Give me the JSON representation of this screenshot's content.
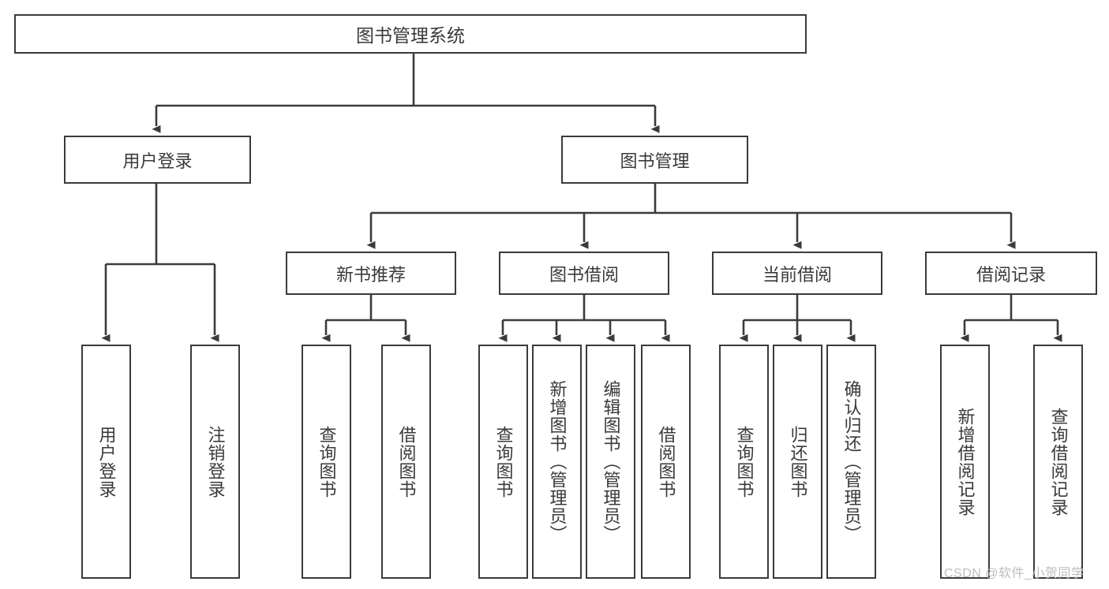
{
  "diagram": {
    "type": "tree",
    "title": "图书管理系统",
    "root": {
      "label": "图书管理系统"
    },
    "level2": [
      {
        "label": "用户登录"
      },
      {
        "label": "图书管理"
      }
    ],
    "level3": [
      {
        "label": "新书推荐"
      },
      {
        "label": "图书借阅"
      },
      {
        "label": "当前借阅"
      },
      {
        "label": "借阅记录"
      }
    ],
    "leaves": {
      "user_login": [
        {
          "label": "用户登录"
        },
        {
          "label": "注销登录"
        }
      ],
      "new_book_recommend": [
        {
          "label": "查询图书"
        },
        {
          "label": "借阅图书"
        }
      ],
      "book_borrow": [
        {
          "label": "查询图书"
        },
        {
          "label": "新增图书（管理员）"
        },
        {
          "label": "编辑图书（管理员）"
        },
        {
          "label": "借阅图书"
        }
      ],
      "current_borrow": [
        {
          "label": "查询图书"
        },
        {
          "label": "归还图书"
        },
        {
          "label": "确认归还（管理员）"
        }
      ],
      "borrow_record": [
        {
          "label": "新增借阅记录"
        },
        {
          "label": "查询借阅记录"
        }
      ]
    }
  },
  "watermark": {
    "text": "CSDN @软件_小贺同学"
  },
  "colors": {
    "border": "#3b3b3b",
    "text": "#3a3a3a",
    "background": "#ffffff",
    "watermark": "#bdbdbd"
  }
}
